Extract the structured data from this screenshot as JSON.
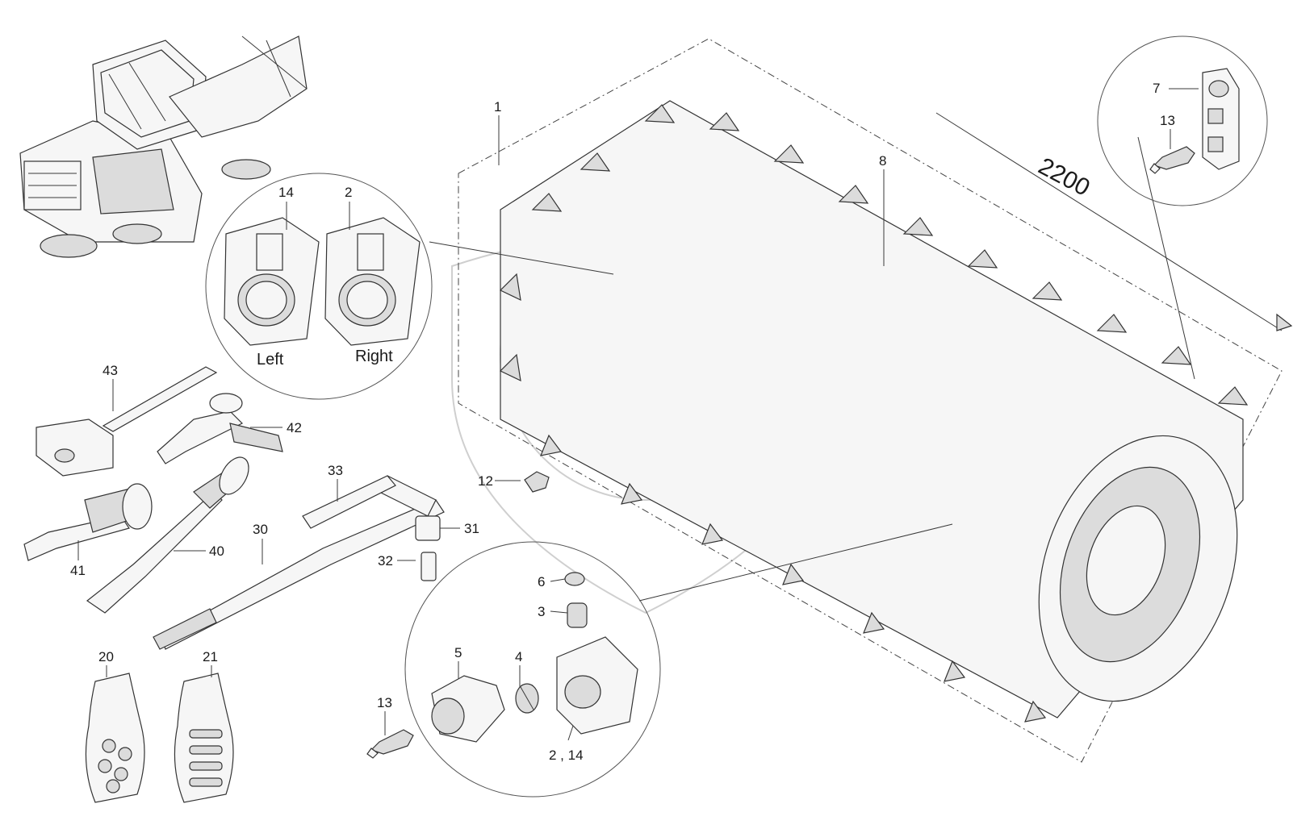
{
  "callouts": {
    "c1": "1",
    "c2": "2",
    "c3": "3",
    "c4": "4",
    "c5": "5",
    "c6": "6",
    "c7": "7",
    "c8": "8",
    "c12": "12",
    "c13a": "13",
    "c13b": "13",
    "c14": "14",
    "c2_14": "2 , 14",
    "c20": "20",
    "c21": "21",
    "c30": "30",
    "c31": "31",
    "c32": "32",
    "c33": "33",
    "c40": "40",
    "c41": "41",
    "c42": "42",
    "c43": "43"
  },
  "labels": {
    "left": "Left",
    "right": "Right",
    "width": "2200"
  }
}
